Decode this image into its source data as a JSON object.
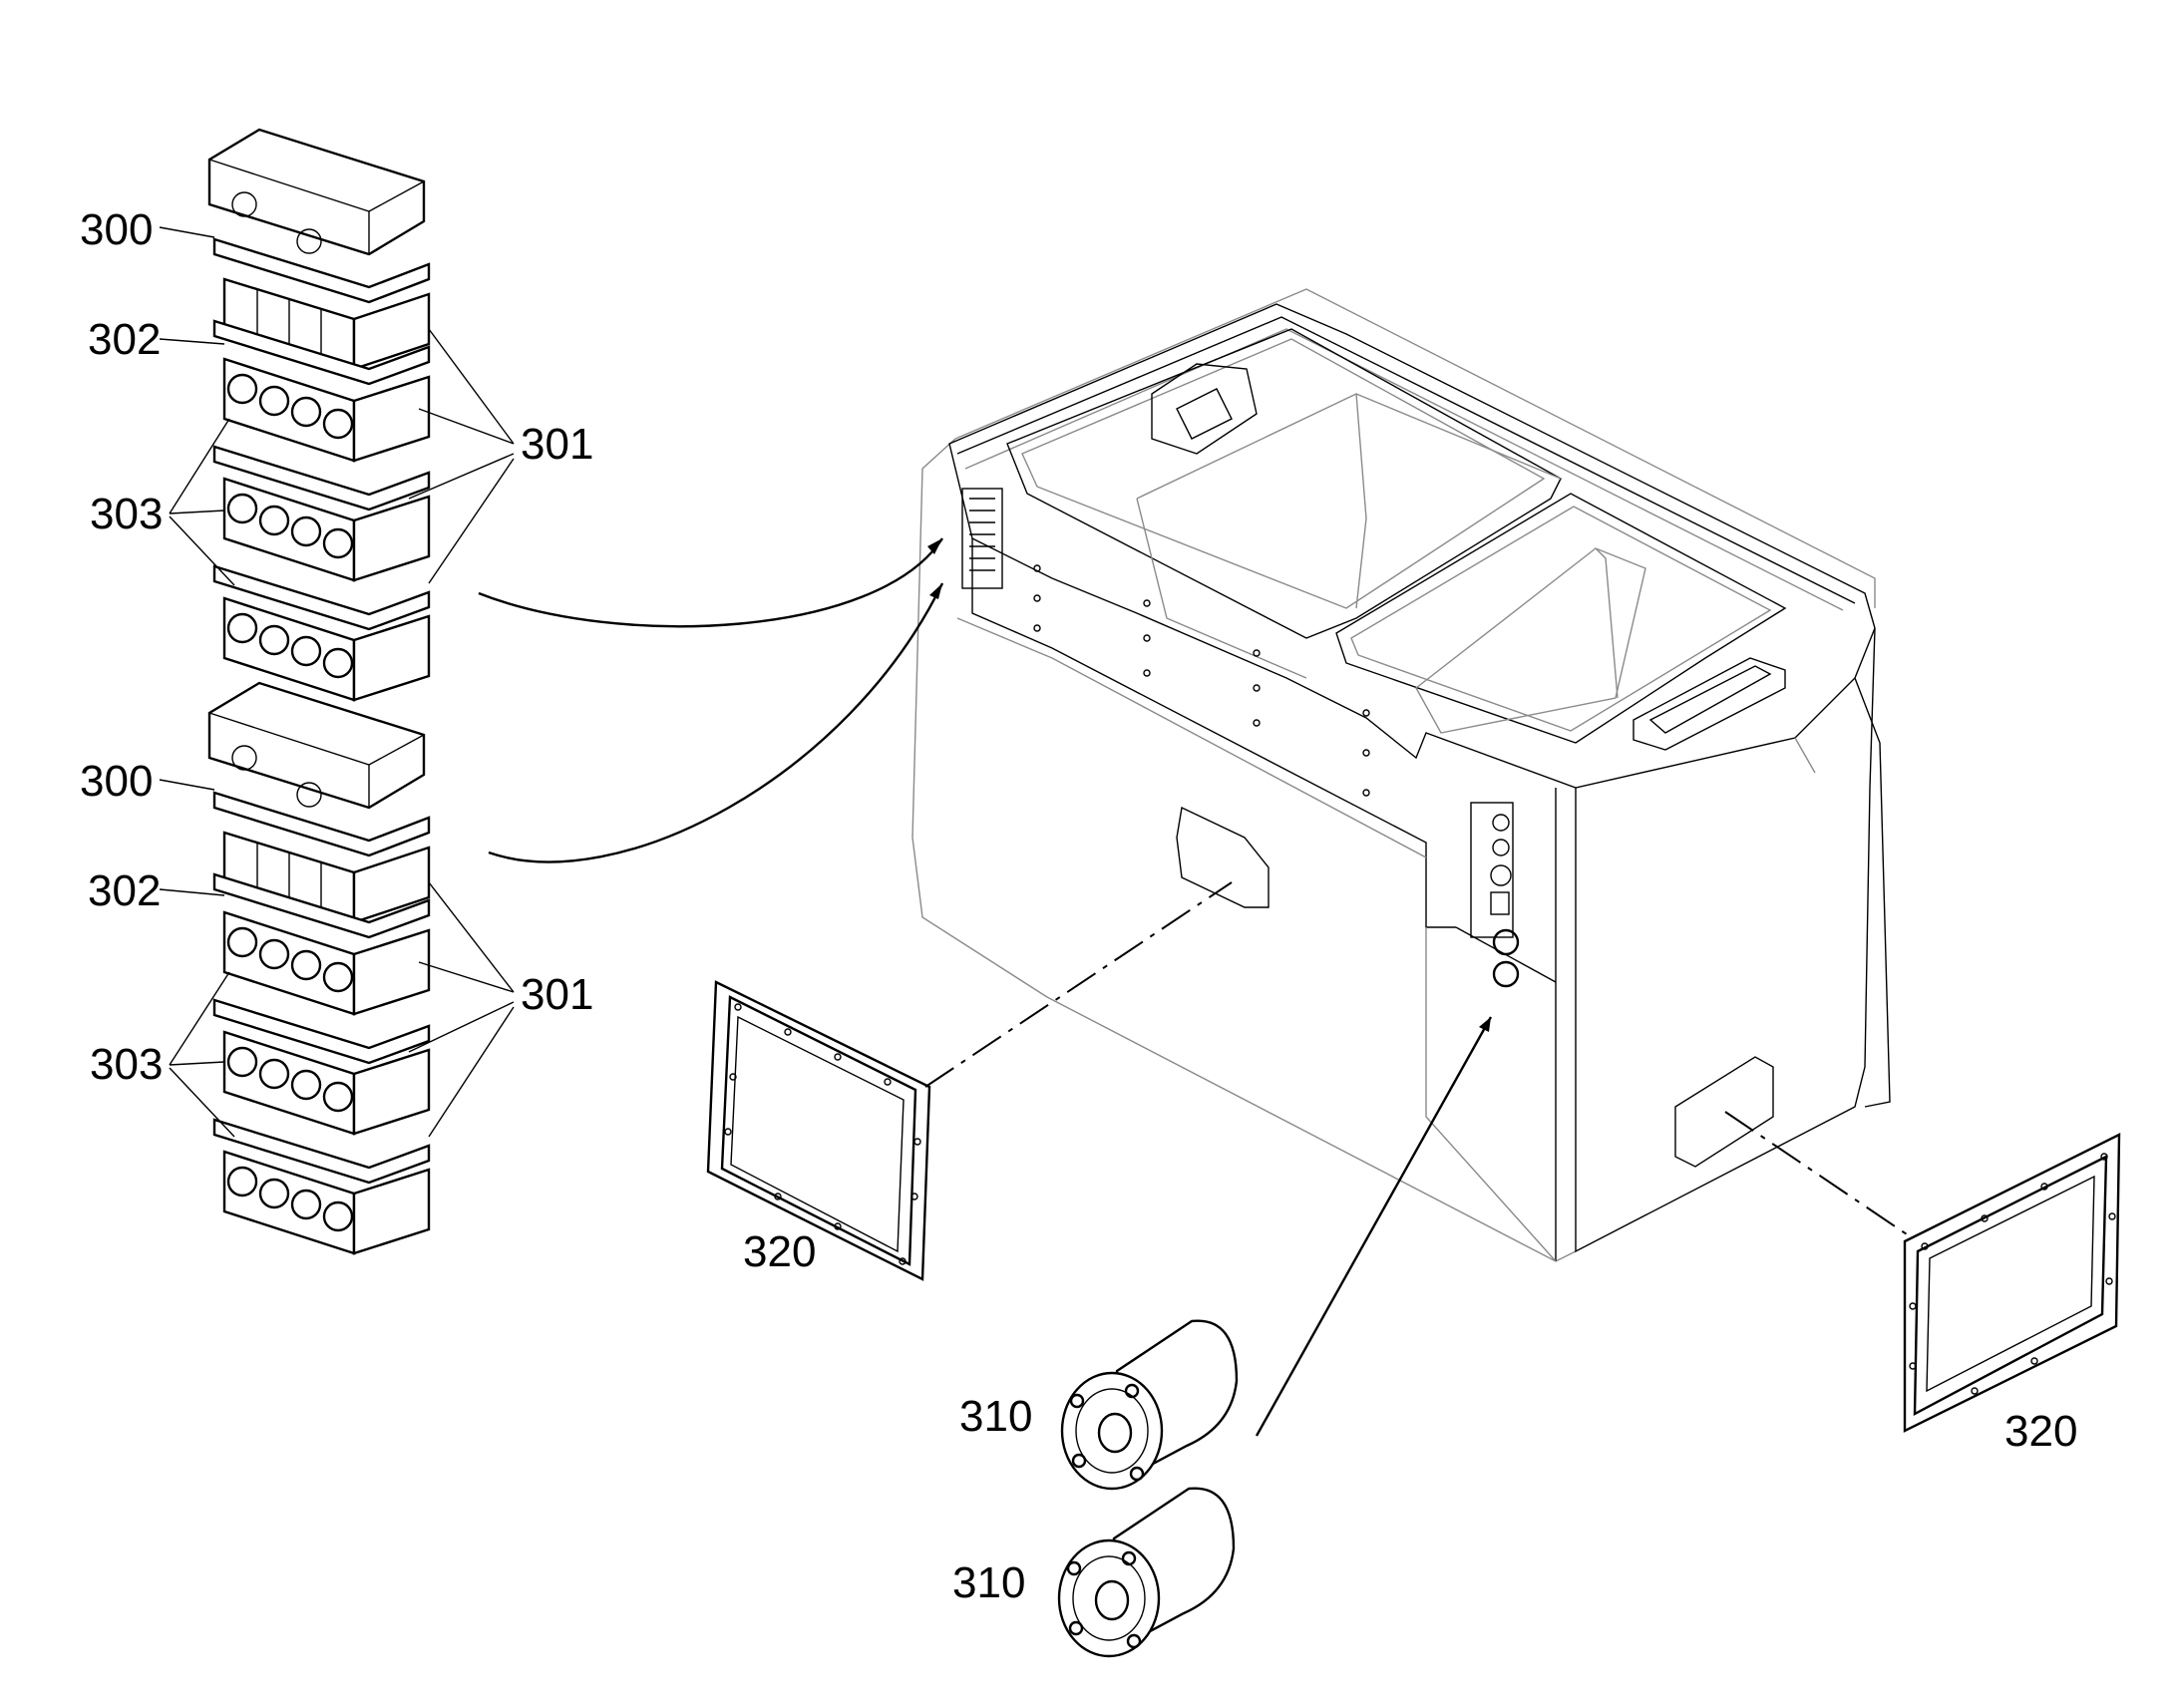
{
  "figure": {
    "kind": "exploded patent drawing",
    "colors": {
      "ink": "#000000",
      "background": "#ffffff",
      "faint": "#8a8a8a"
    }
  },
  "labels": {
    "r300": "300",
    "r301": "301",
    "r302": "302",
    "r303": "303",
    "r310": "310",
    "r320": "320"
  }
}
